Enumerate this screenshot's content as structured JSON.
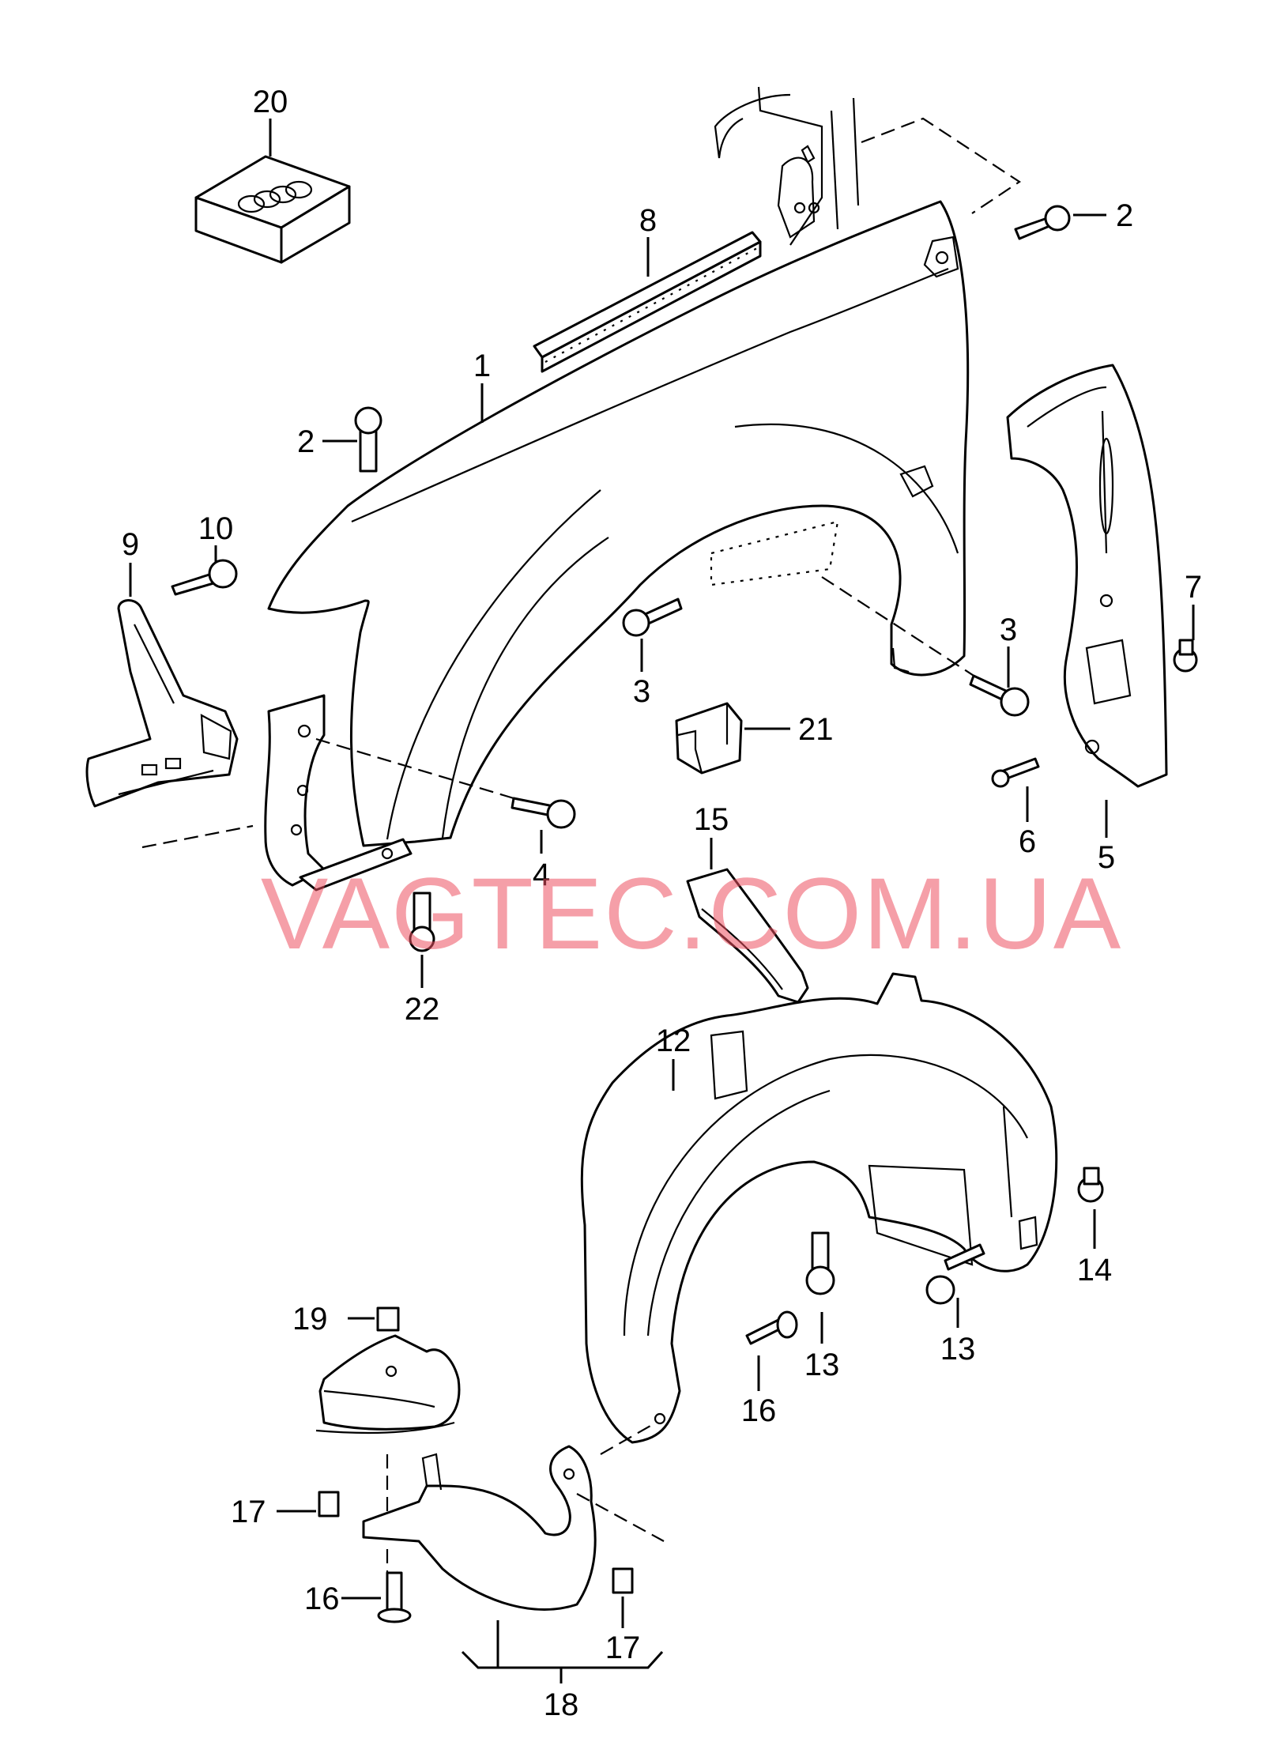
{
  "watermark": "VAGTEC.COM.UA",
  "colors": {
    "line": "#000000",
    "background": "#ffffff",
    "watermark": "#ec5060"
  },
  "callouts": {
    "c1": "1",
    "c2a": "2",
    "c2b": "2",
    "c3a": "3",
    "c3b": "3",
    "c4": "4",
    "c5": "5",
    "c6": "6",
    "c7": "7",
    "c8": "8",
    "c9": "9",
    "c10": "10",
    "c12": "12",
    "c13a": "13",
    "c13b": "13",
    "c14": "14",
    "c15": "15",
    "c16a": "16",
    "c16b": "16",
    "c17a": "17",
    "c17b": "17",
    "c18": "18",
    "c19": "19",
    "c20": "20",
    "c21": "21",
    "c22": "22"
  }
}
